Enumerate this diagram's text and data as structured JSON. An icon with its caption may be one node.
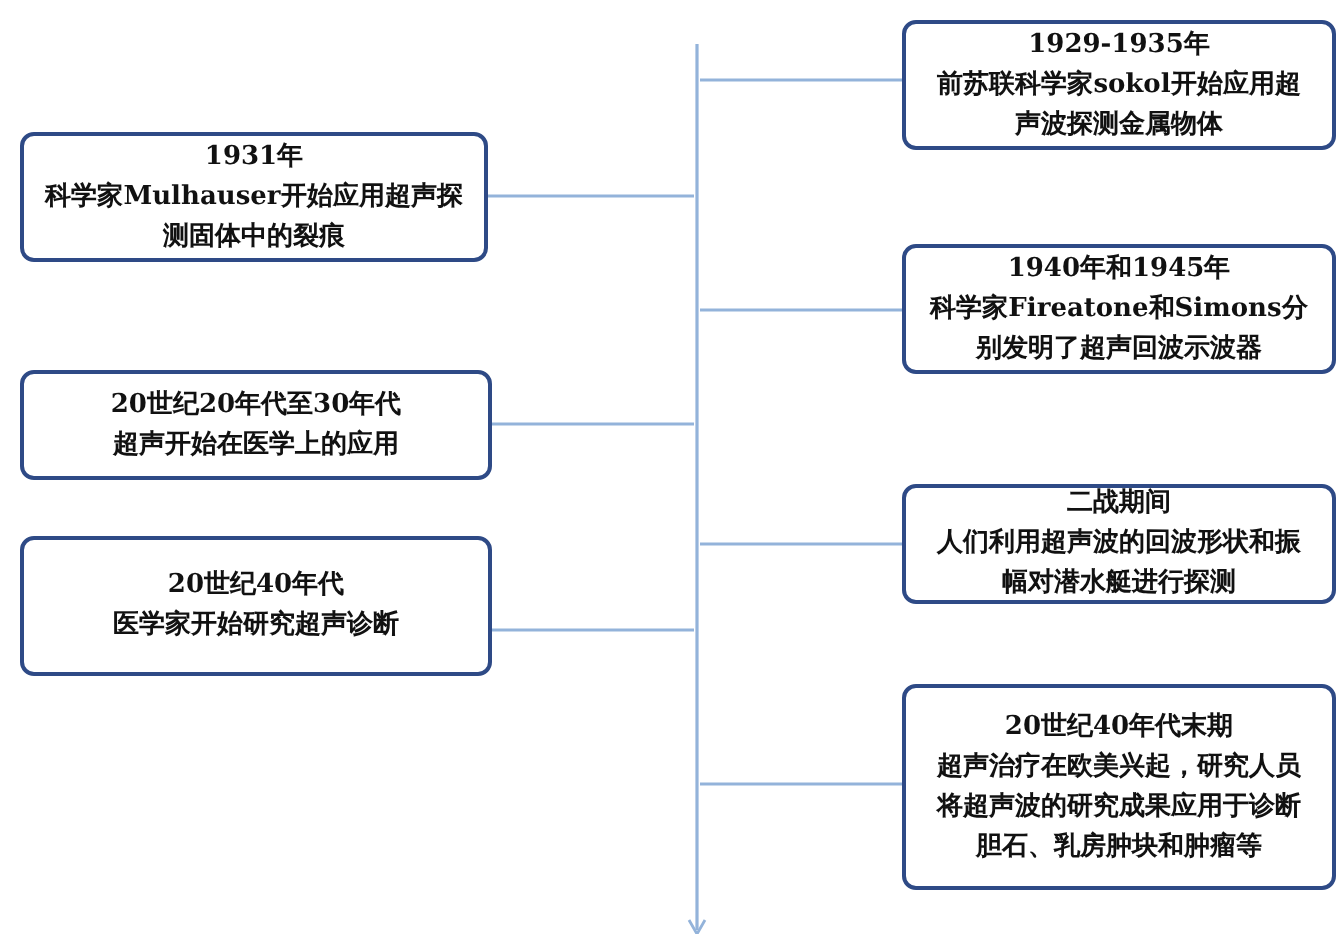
{
  "diagram": {
    "nodes": [
      {
        "text": [
          "1929-1935年",
          "前苏联科学家sokol开始应用超声波探测金属物体"
        ]
      },
      {
        "text": [
          "1931年",
          "科学家Mulhauser开始应用超声探测固体中的裂痕"
        ]
      },
      {
        "text": [
          "1940年和1945年",
          "科学家Fireatone和Simons分别发明了超声回波示波器"
        ]
      },
      {
        "text": [
          "20世纪20年代至30年代",
          "超声开始在医学上的应用"
        ]
      },
      {
        "text": [
          "二战期间",
          "人们利用超声波的回波形状和振幅对潜水艇进行探测"
        ]
      },
      {
        "text": [
          "20世纪40年代",
          "医学家开始研究超声诊断"
        ]
      },
      {
        "text": [
          "20世纪40年代末期",
          "超声治疗在欧美兴起，研究人员将超声波的研究成果应用于诊断胆石、乳房肿块和肿瘤等"
        ]
      },
      {
        "text": [],
        "shape": "bar"
      }
    ],
    "edges": [
      {
        "from": 0,
        "to": 7,
        "arrow": "none"
      },
      {
        "from": 1,
        "to": 7,
        "arrow": "none"
      },
      {
        "from": 2,
        "to": 7,
        "arrow": "none"
      },
      {
        "from": 3,
        "to": 7,
        "arrow": "none"
      },
      {
        "from": 4,
        "to": 7,
        "arrow": "none"
      },
      {
        "from": 5,
        "to": 7,
        "arrow": "none"
      },
      {
        "from": 6,
        "to": 7,
        "arrow": "none"
      }
    ]
  }
}
